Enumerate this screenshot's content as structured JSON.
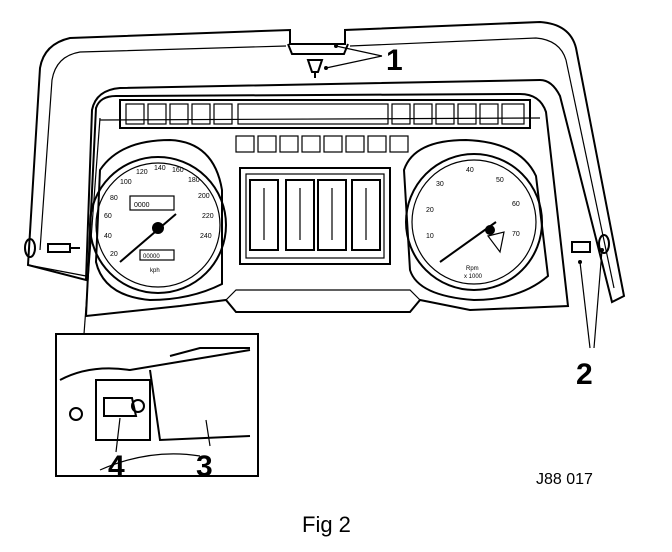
{
  "callouts": {
    "one": "1",
    "two": "2",
    "three": "3",
    "four": "4"
  },
  "reference_code": "J88 017",
  "caption": "Fig 2",
  "speedometer": {
    "odometer": "0000",
    "trip": "00000",
    "unit": "kph",
    "scale": [
      "20",
      "40",
      "60",
      "80",
      "100",
      "120",
      "140",
      "160",
      "180",
      "200",
      "220",
      "240"
    ]
  },
  "tachometer": {
    "unit": "Rpm",
    "multiplier": "x 1000",
    "scale": [
      "10",
      "20",
      "30",
      "40",
      "50",
      "60",
      "70"
    ]
  }
}
